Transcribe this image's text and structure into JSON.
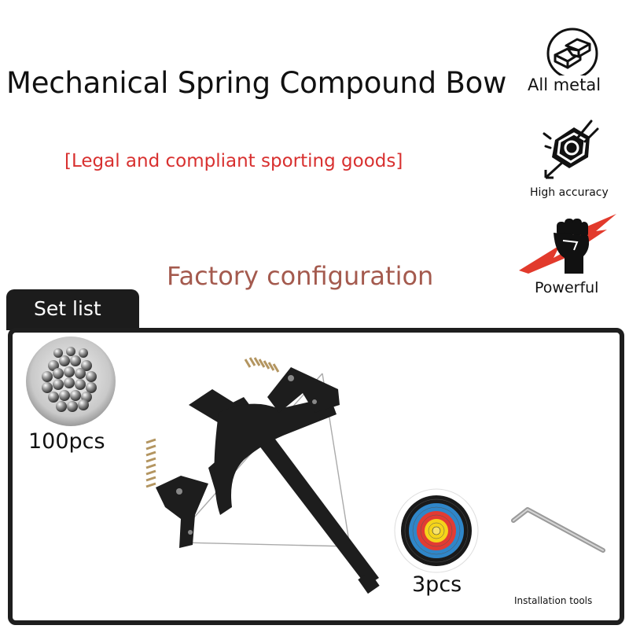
{
  "product": {
    "title": "Mechanical Spring Compound Bow",
    "subtitle": "[Legal and compliant sporting goods]",
    "section_heading": "Factory configuration"
  },
  "features": [
    {
      "label": "All metal",
      "icon": "metal-bars-icon"
    },
    {
      "label": "High accuracy",
      "icon": "target-hit-icon"
    },
    {
      "label": "Powerful",
      "icon": "fist-lightning-icon"
    }
  ],
  "set_list": {
    "tab_label": "Set list",
    "items": [
      {
        "label": "100pcs",
        "icon": "steel-balls-image"
      },
      {
        "label": "3pcs",
        "icon": "target-face-image"
      },
      {
        "label": "Installation tools",
        "icon": "hex-key-image"
      }
    ]
  },
  "colors": {
    "subtitle": "#d8302f",
    "section_heading": "#a45a4e",
    "panel_border": "#1e1e1e"
  }
}
